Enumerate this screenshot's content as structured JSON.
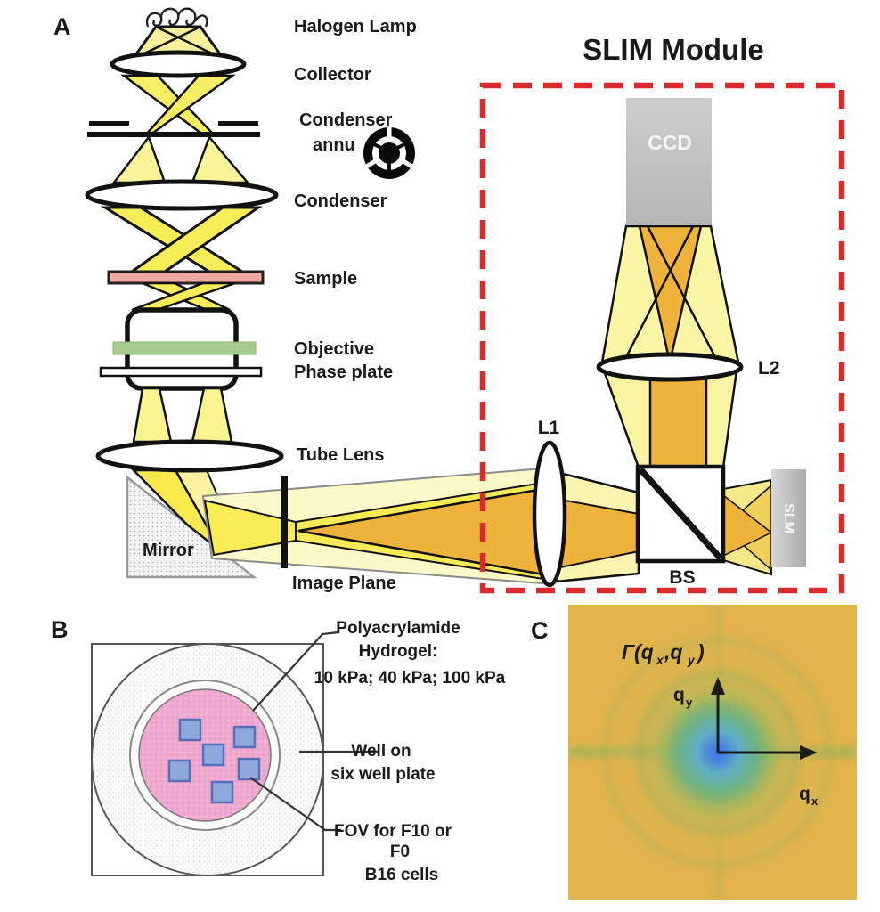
{
  "figure": {
    "panel_a": {
      "label": "A",
      "module_title": "SLIM Module",
      "halogen_lamp": "Halogen Lamp",
      "collector": "Collector",
      "condenser_annu_1": "Condenser",
      "condenser_annu_2": "annu",
      "condenser": "Condenser",
      "sample": "Sample",
      "objective_1": "Objective",
      "objective_2": "Phase plate",
      "tube_lens": "Tube Lens",
      "mirror": "Mirror",
      "image_plane": "Image Plane",
      "l1": "L1",
      "l2": "L2",
      "bs": "BS",
      "ccd": "CCD",
      "slm": "SLM"
    },
    "panel_b": {
      "label": "B",
      "hydrogel_1": "Polyacrylamide",
      "hydrogel_2": "Hydrogel:",
      "stiffness": "10 kPa; 40 kPa; 100 kPa",
      "well_1": "Well on",
      "well_2": "six well plate",
      "fov_1": "FOV for F10 or",
      "fov_2": "F0",
      "fov_3": "B16 cells"
    },
    "panel_c": {
      "label": "C",
      "gamma_prefix": "Γ(q",
      "gamma_sub_x": "x",
      "gamma_mid": ",q",
      "gamma_sub_y": "y",
      "gamma_suffix": ")",
      "q_base_y": "q",
      "qy_sub": "y",
      "q_base_x": "q",
      "qx_sub": "x"
    },
    "colors": {
      "beam_yellow": "#F7ED58",
      "beam_pale": "#FBF6C0",
      "beam_orange": "#EFB23B",
      "outline": "#111111",
      "sample_pink": "#F0A9A1",
      "phase_plate_green": "#A6CB8C",
      "fov_blue": "#8FA8DC",
      "module_border_red": "#D92B2B",
      "detector_gray": "#C3C3C3",
      "spectrum_background": "#E2B44C",
      "spectrum_center_blue": "#4273E8"
    }
  }
}
